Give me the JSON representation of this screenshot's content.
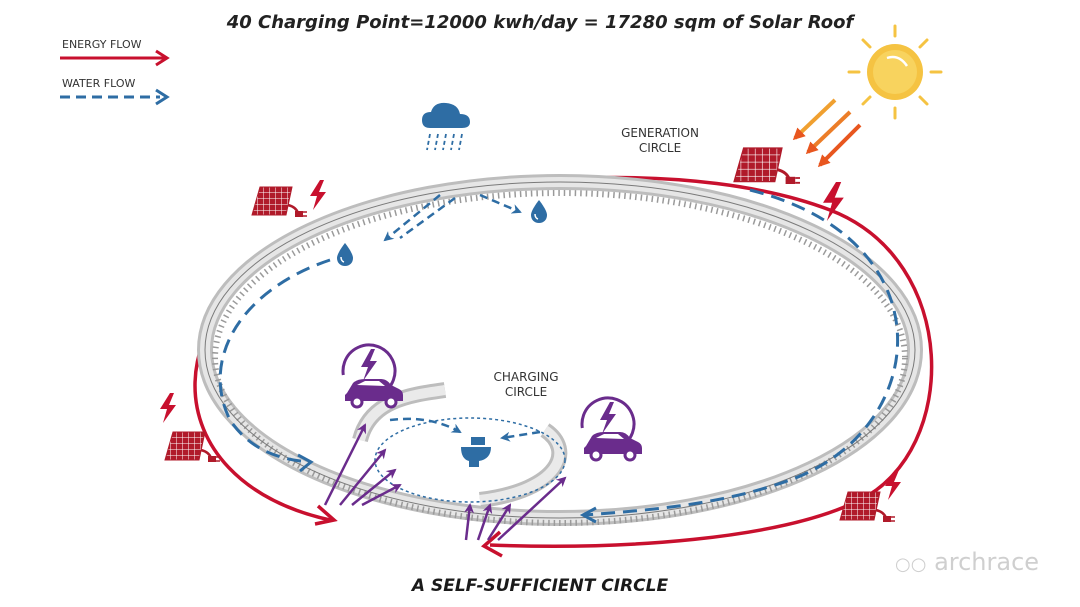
{
  "title": "40 Charging Point=12000 kwh/day = 17280 sqm of Solar Roof",
  "caption": "A SELF-SUFFICIENT CIRCLE",
  "legend": {
    "energy": "ENERGY FLOW",
    "water": "WATER FLOW"
  },
  "labels": {
    "generation": [
      "GENERATION",
      "CIRCLE"
    ],
    "charging": [
      "CHARGING",
      "CIRCLE"
    ]
  },
  "watermark": "archrace",
  "colors": {
    "energy": "#c8102e",
    "water": "#2e6da4",
    "charge": "#6a2c8c",
    "sun": "#f5c342",
    "ray": "#e8561f",
    "track": "#d8d8d8"
  },
  "icons": [
    "sun-icon",
    "rain-cloud-icon",
    "water-drop-icon",
    "solar-panel-icon",
    "lightning-icon",
    "electric-car-icon",
    "toilet-icon"
  ]
}
